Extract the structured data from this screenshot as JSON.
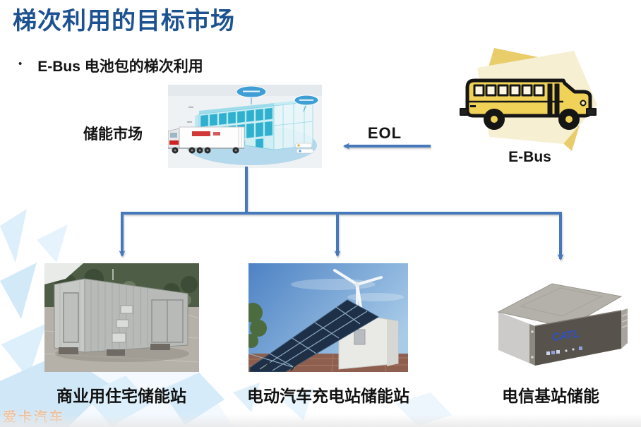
{
  "slide": {
    "title": "梯次利用的目标市场",
    "bullet_glyph": "•",
    "bullet_text": "E-Bus 电池包的梯次利用",
    "storage_market_label": "储能市场",
    "eol_label": "EOL",
    "ebus_label": "E-Bus",
    "rack_logo": "CATL",
    "markets": [
      {
        "label": "商业用住宅储能站"
      },
      {
        "label": "电动汽车充电站储能站"
      },
      {
        "label": "电信基站储能"
      }
    ],
    "watermark": "爱卡汽车",
    "colors": {
      "title_blue": "#1d5291",
      "connector_blue": "#4678bc",
      "bus_yellow": "#f0d258",
      "battery_teal": "#2fb0cf",
      "shard_blue": "#d8ecfa",
      "rack_logo_blue": "#2b50c8"
    }
  }
}
